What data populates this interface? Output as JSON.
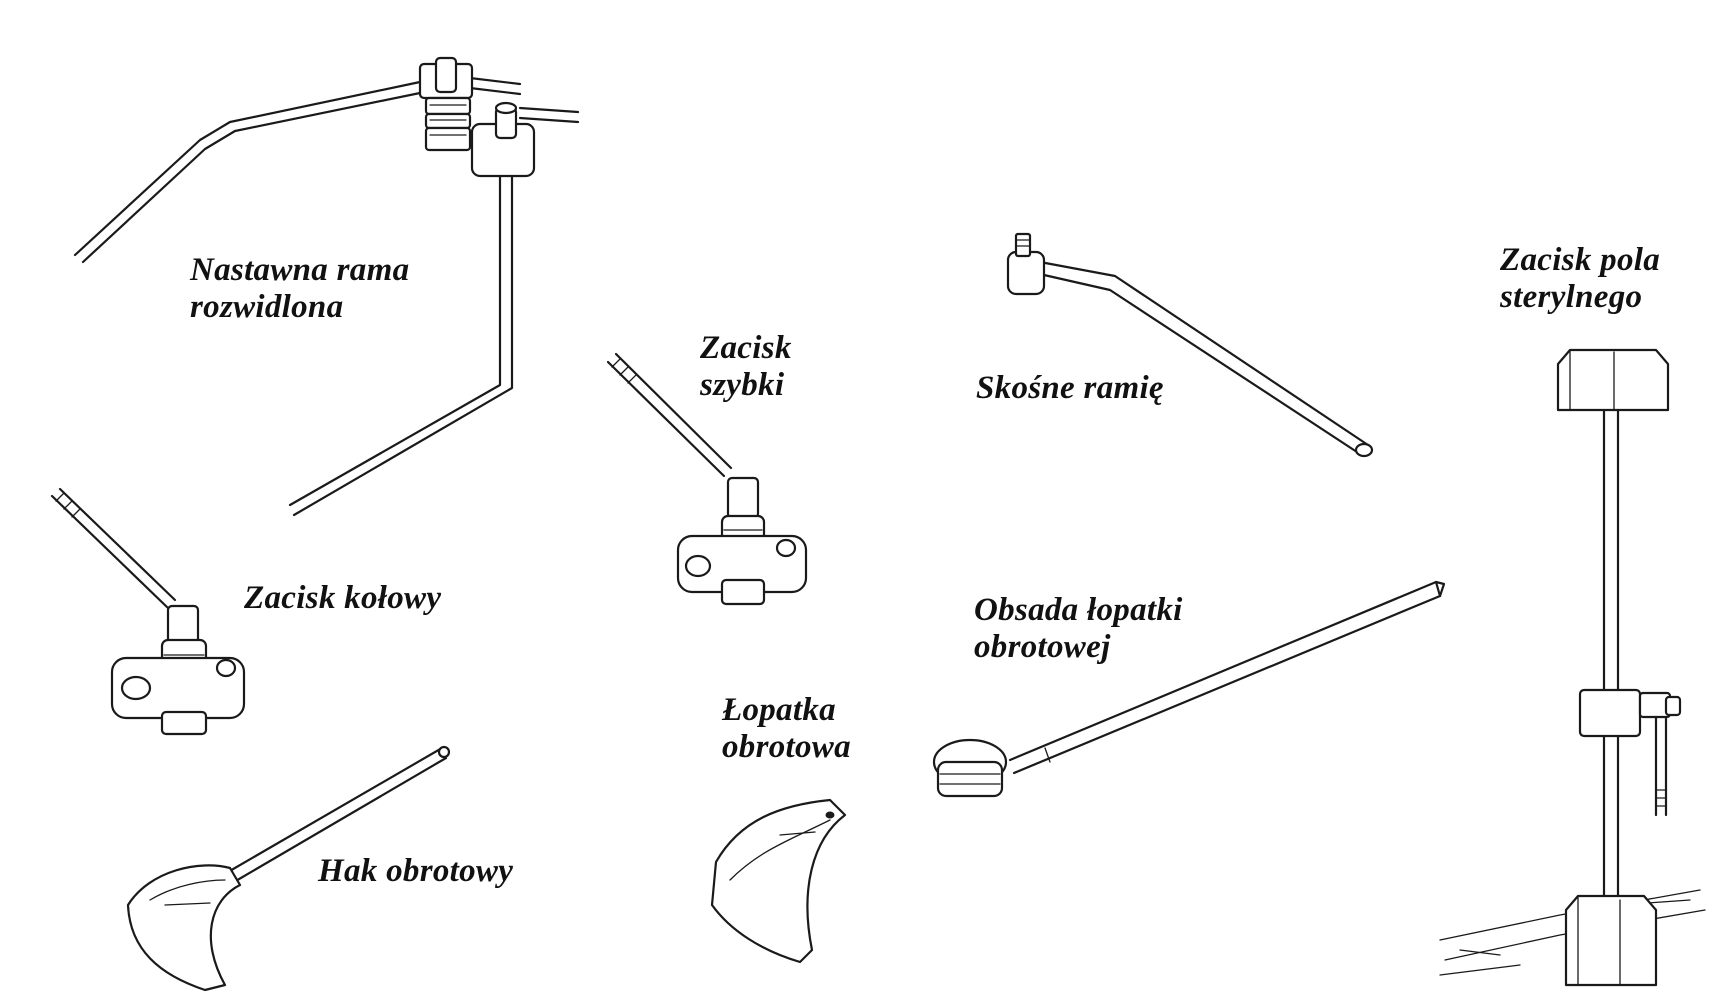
{
  "labels": {
    "nastawna_rama": [
      "Nastawna rama",
      "rozwidlona"
    ],
    "zacisk_pola": [
      "Zacisk pola",
      "sterylnego"
    ],
    "zacisk_szybki": [
      "Zacisk",
      "szybki"
    ],
    "skosne_ramie": "Skośne ramię",
    "zacisk_kolowy": "Zacisk kołowy",
    "obsada": [
      "Obsada łopatki",
      "obrotowej"
    ],
    "lopatka": [
      "Łopatka",
      "obrotowa"
    ],
    "hak": "Hak obrotowy"
  }
}
